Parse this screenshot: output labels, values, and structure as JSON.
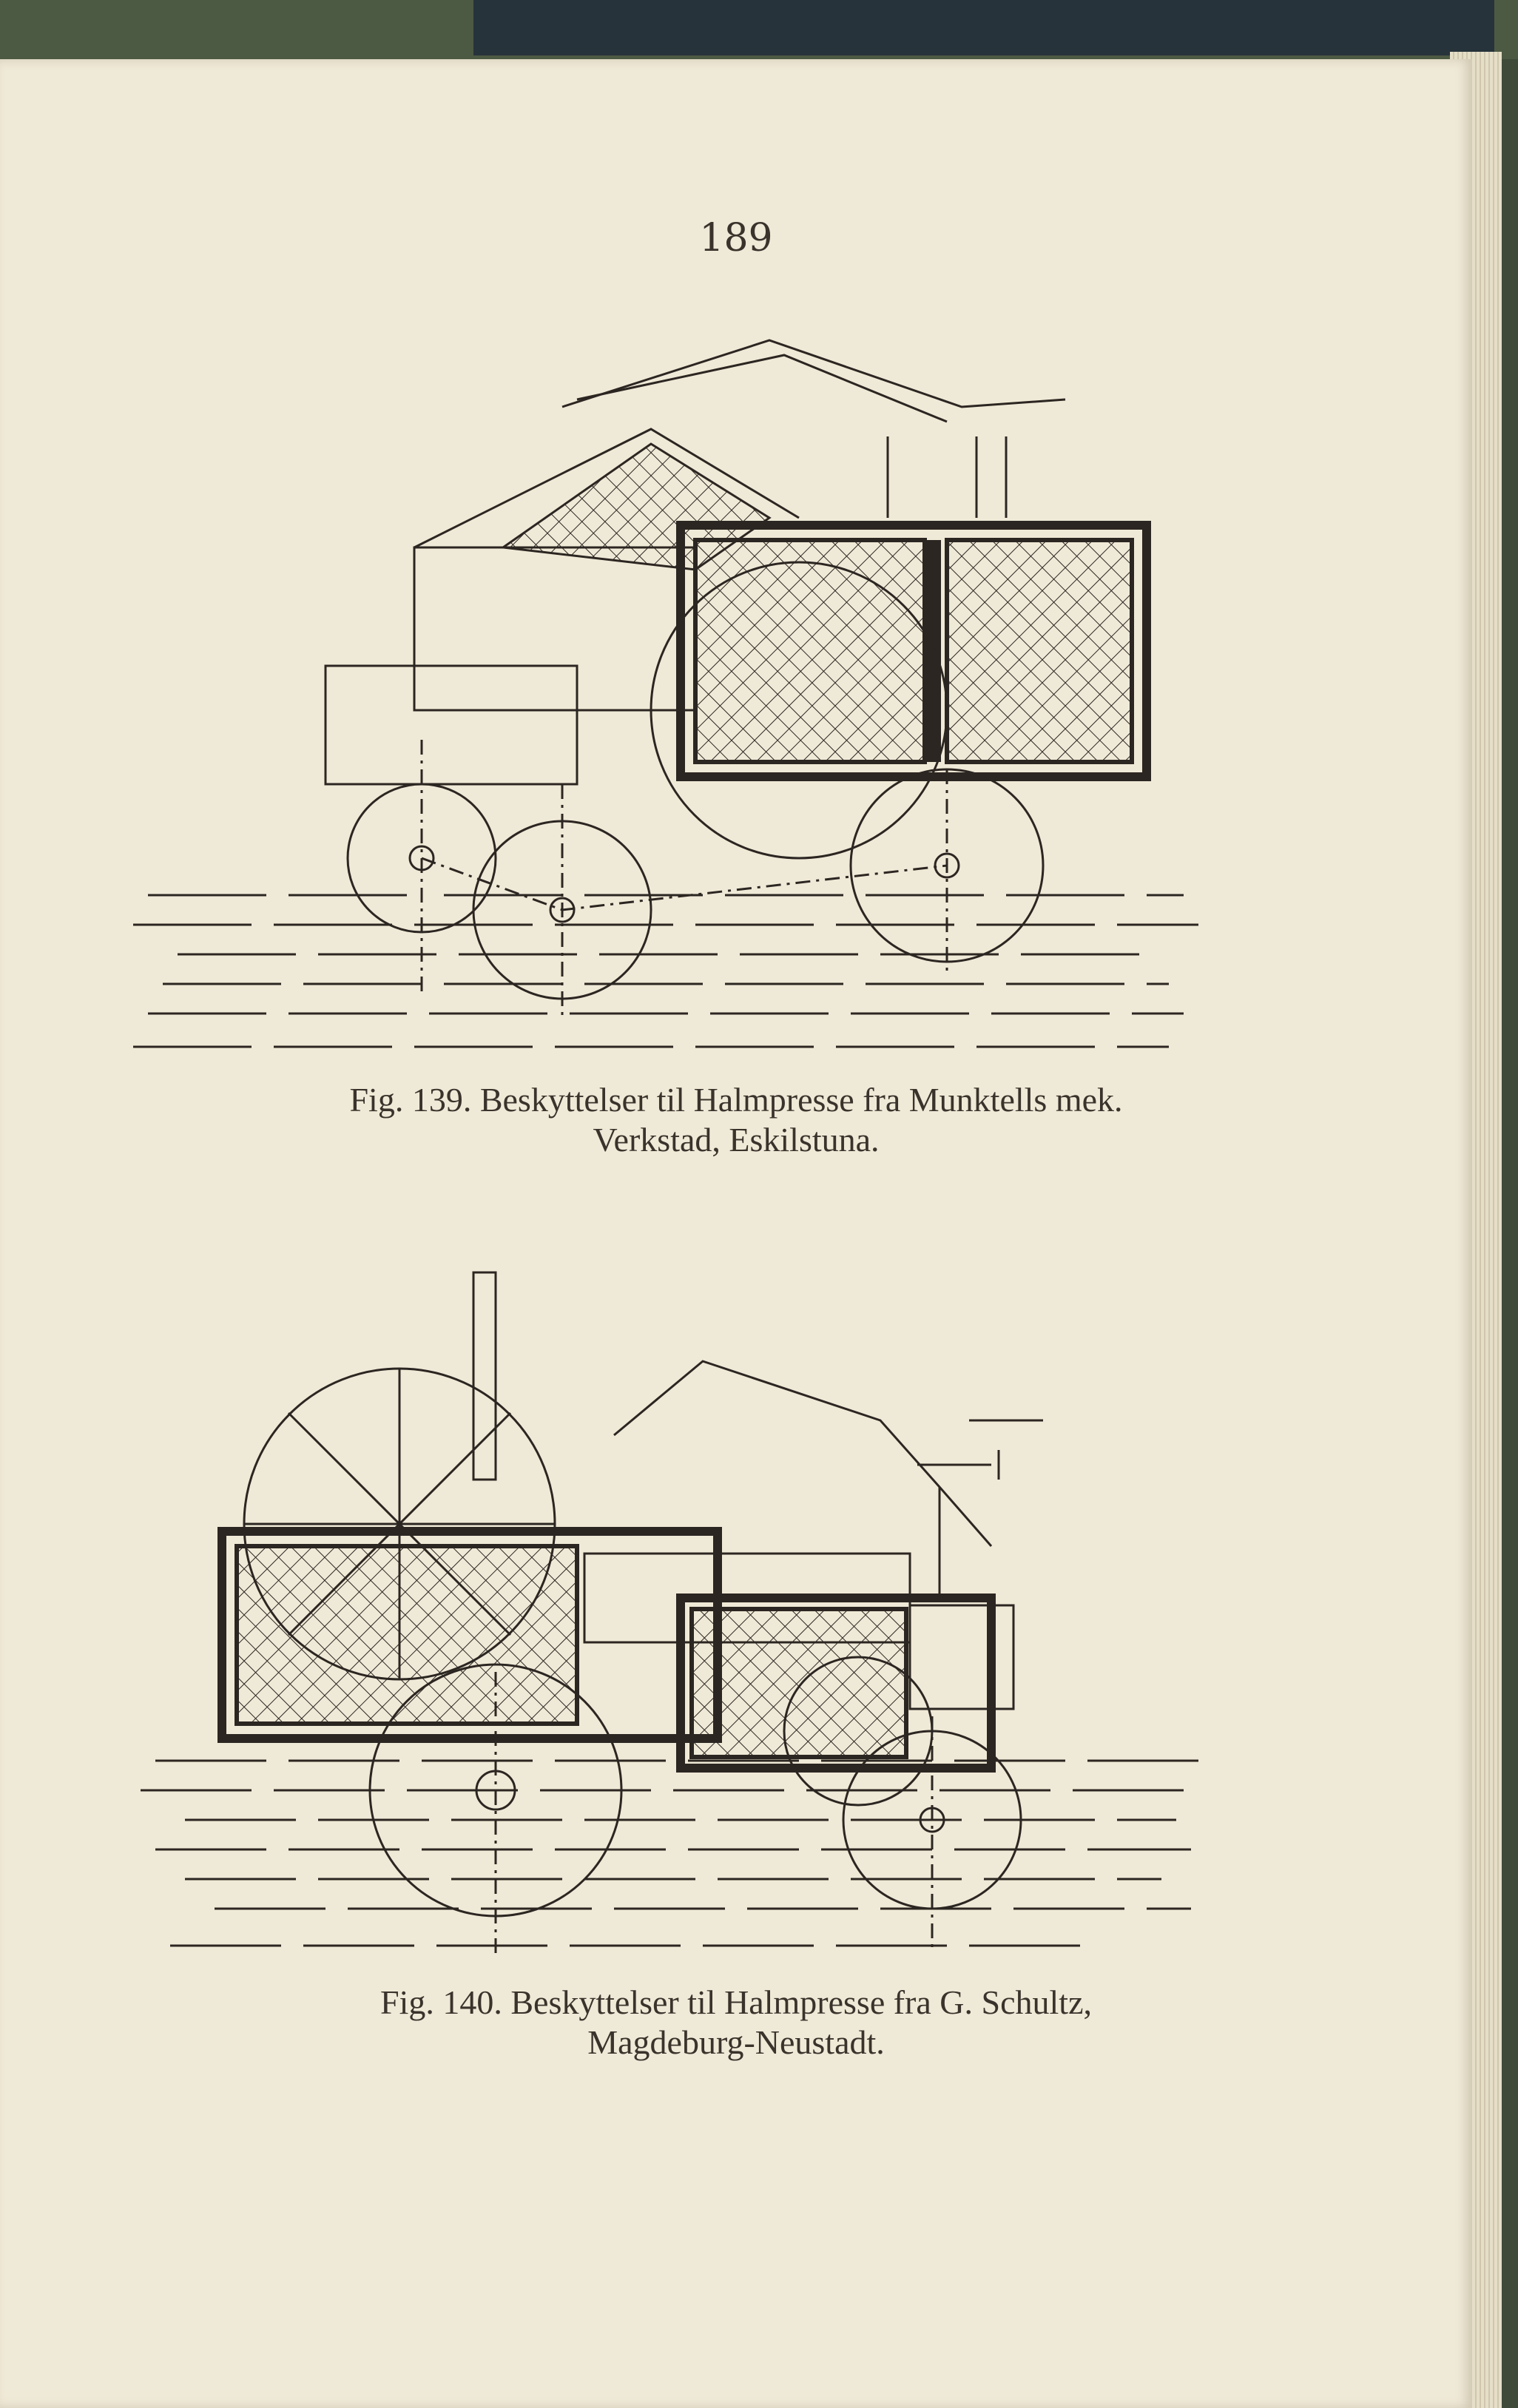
{
  "page_number": "189",
  "figures": [
    {
      "caption_line1": "Fig. 139.  Beskyttelser til Halmpresse fra Munktells mek.",
      "caption_line2": "Verkstad, Eskilstuna."
    },
    {
      "caption_line1": "Fig. 140.  Beskyttelser til Halmpresse fra G. Schultz,",
      "caption_line2": "Magdeburg-Neustadt."
    }
  ]
}
